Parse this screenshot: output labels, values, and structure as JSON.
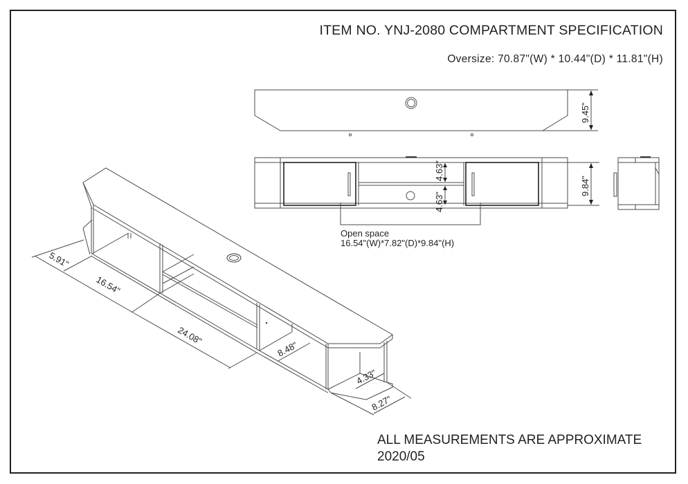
{
  "header": {
    "title": "ITEM NO. YNJ-2080 COMPARTMENT SPECIFICATION",
    "oversize": "Oversize: 70.87\"(W) * 10.44\"(D) * 11.81\"(H)"
  },
  "top_view": {
    "depth_label": "9.45\""
  },
  "front_view": {
    "height_label": "9.84\"",
    "upper_shelf_label": "4.63\"",
    "lower_shelf_label": "4.63\"",
    "open_space": {
      "title": "Open space",
      "dims": "16.54\"(W)*7.82\"(D)*9.84\"(H)"
    }
  },
  "isometric_view": {
    "dimensions": {
      "end_depth_left": "5.91\"",
      "left_compartment_width": "16.54\"",
      "center_compartment_width": "24.08\"",
      "right_compartment_width": "8.48\"",
      "end_shelf_depth": "4.33\"",
      "end_depth_right": "8.27\""
    }
  },
  "footer": {
    "note": "ALL MEASUREMENTS ARE APPROXIMATE",
    "date": "2020/05"
  }
}
